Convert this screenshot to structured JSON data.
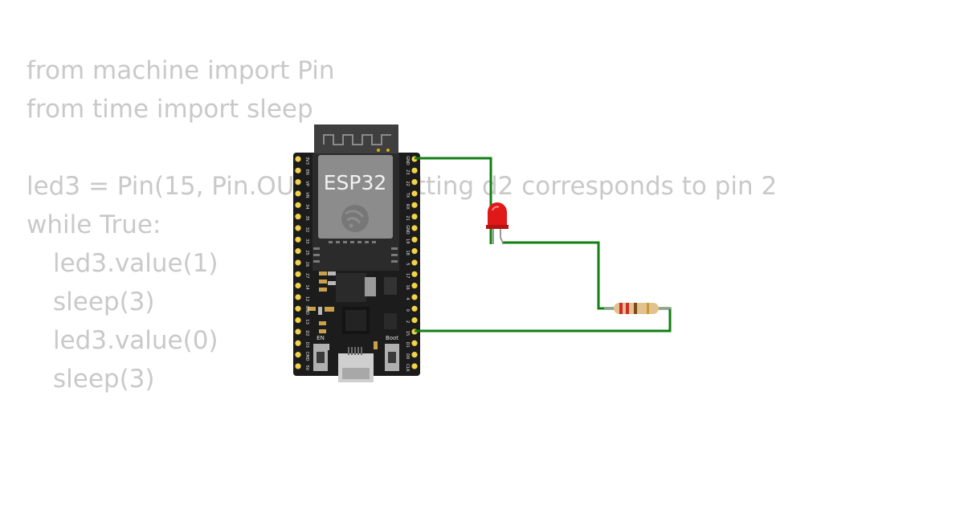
{
  "code": {
    "lines": [
      {
        "text": "from machine import Pin",
        "indent": false
      },
      {
        "text": "from time import sleep",
        "indent": false
      },
      {
        "text": "",
        "indent": false
      },
      {
        "text": "led3 = Pin(15, Pin.OUT)     # setting d2 corresponds to pin 2",
        "indent": false
      },
      {
        "text": "while True:",
        "indent": false
      },
      {
        "text": "led3.value(1)",
        "indent": true
      },
      {
        "text": "sleep(3)",
        "indent": true
      },
      {
        "text": "led3.value(0)",
        "indent": true
      },
      {
        "text": "sleep(3)",
        "indent": true
      }
    ]
  },
  "board": {
    "chip_label": "ESP32",
    "en_label": "EN",
    "boot_label": "Boot",
    "left_pins": [
      "3V3",
      "EN",
      "VP",
      "VN",
      "34",
      "35",
      "32",
      "33",
      "25",
      "26",
      "27",
      "14",
      "12",
      "GND",
      "13",
      "D2",
      "D3",
      "CMD",
      "5V"
    ],
    "right_pins": [
      "GND",
      "23",
      "22",
      "TX",
      "RX",
      "21",
      "GND",
      "19",
      "18",
      "5",
      "17",
      "16",
      "4",
      "0",
      "2",
      "15",
      "D1",
      "D0",
      "CLK"
    ]
  },
  "colors": {
    "wire": "#127f12",
    "led": "#e01818",
    "board": "#1c1c1c",
    "pin": "#f2d34a",
    "code": "#c9c9c9"
  }
}
